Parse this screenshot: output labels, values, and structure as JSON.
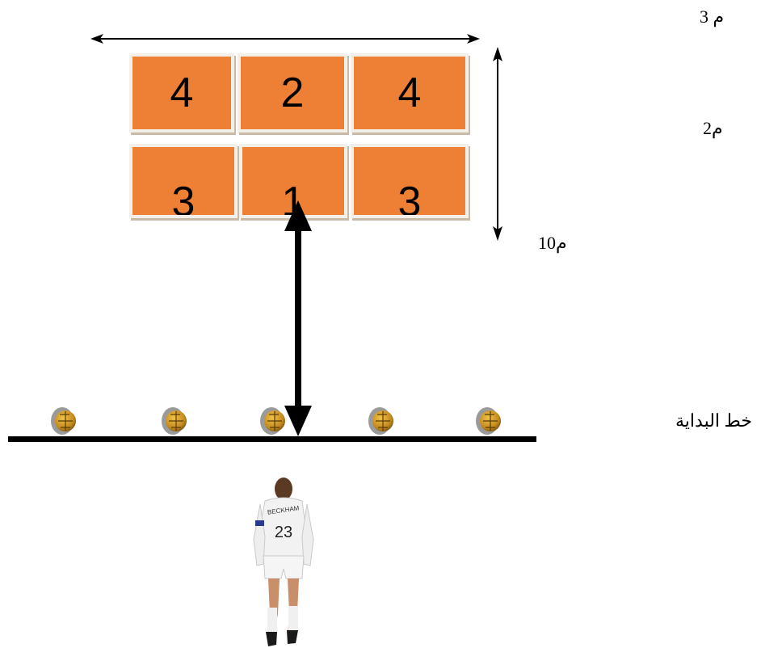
{
  "labels": {
    "width_3m": "3 م",
    "depth_2m": "2م",
    "distance_10m": "10م",
    "start_line": "خط البداية"
  },
  "grid": {
    "top_row": [
      "4",
      "2",
      "4"
    ],
    "bottom_row": [
      "3",
      "1",
      "3"
    ]
  },
  "player": {
    "jersey_name": "BECKHAM",
    "jersey_number": "23"
  },
  "colors": {
    "tile": "#ee8035",
    "line": "#000000",
    "ball": "#c8962a"
  }
}
